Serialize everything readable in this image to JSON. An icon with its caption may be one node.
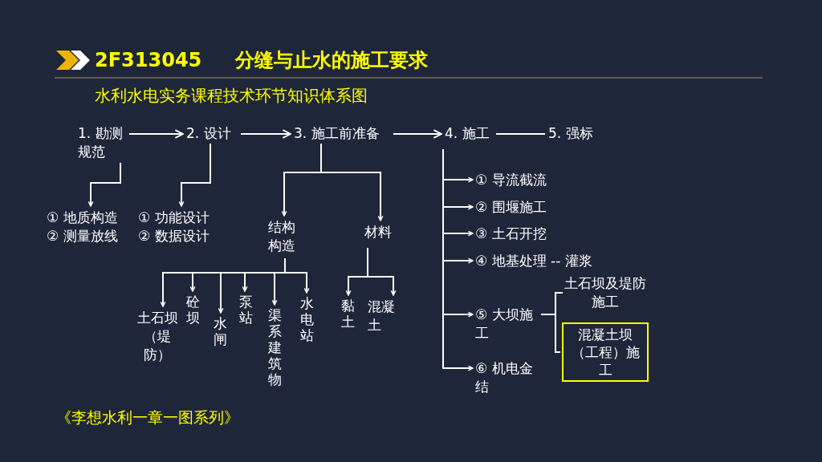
{
  "diagram": {
    "title": "2F313045     分缝与止水的施工要求",
    "nodes": [
      {
        "text": [
          "1. 勘测规范"
        ]
      },
      {
        "text": [
          "2. 设计"
        ]
      },
      {
        "text": [
          "3. 施工前准备"
        ]
      },
      {
        "text": [
          "4. 施工"
        ]
      },
      {
        "text": [
          "5. 强标"
        ]
      },
      {
        "text": [
          "① 地质构造",
          "② 测量放线"
        ]
      },
      {
        "text": [
          "① 功能设计",
          "② 数据设计"
        ]
      },
      {
        "text": [
          "结构构造"
        ]
      },
      {
        "text": [
          "材料"
        ]
      },
      {
        "text": [
          "土石坝（堤防）"
        ]
      },
      {
        "text": [
          "砼坝"
        ]
      },
      {
        "text": [
          "水闸"
        ]
      },
      {
        "text": [
          "泵站"
        ]
      },
      {
        "text": [
          "渠系建筑物"
        ]
      },
      {
        "text": [
          "水电站"
        ]
      },
      {
        "text": [
          "黏土"
        ]
      },
      {
        "text": [
          "混凝土"
        ]
      },
      {
        "text": [
          "① 导流截流"
        ]
      },
      {
        "text": [
          "② 围堰施工"
        ]
      },
      {
        "text": [
          "③ 土石开挖"
        ]
      },
      {
        "text": [
          "④ 地基处理 -- 灌浆"
        ]
      },
      {
        "text": [
          "⑤ 大坝施工"
        ]
      },
      {
        "text": [
          "土石坝及堤防施工"
        ]
      },
      {
        "text": [
          "混凝土坝（工程）施工"
        ]
      },
      {
        "text": [
          "⑥ 机电金结"
        ]
      }
    ],
    "edges": [
      {
        "from": 0,
        "to": 1,
        "arrow": "to"
      },
      {
        "from": 1,
        "to": 2,
        "arrow": "to"
      },
      {
        "from": 2,
        "to": 3,
        "arrow": "to"
      },
      {
        "from": 3,
        "to": 4,
        "arrow": "none"
      },
      {
        "from": 0,
        "to": 5,
        "arrow": "to"
      },
      {
        "from": 1,
        "to": 6,
        "arrow": "to"
      },
      {
        "from": 2,
        "to": 7,
        "arrow": "to"
      },
      {
        "from": 2,
        "to": 8,
        "arrow": "to"
      },
      {
        "from": 7,
        "to": 9,
        "arrow": "to"
      },
      {
        "from": 7,
        "to": 10,
        "arrow": "to"
      },
      {
        "from": 7,
        "to": 11,
        "arrow": "to"
      },
      {
        "from": 7,
        "to": 12,
        "arrow": "to"
      },
      {
        "from": 7,
        "to": 13,
        "arrow": "to"
      },
      {
        "from": 7,
        "to": 14,
        "arrow": "to"
      },
      {
        "from": 8,
        "to": 15,
        "arrow": "to"
      },
      {
        "from": 8,
        "to": 16,
        "arrow": "to"
      },
      {
        "from": 3,
        "to": 17,
        "arrow": "to"
      },
      {
        "from": 3,
        "to": 18,
        "arrow": "to"
      },
      {
        "from": 3,
        "to": 19,
        "arrow": "to"
      },
      {
        "from": 3,
        "to": 20,
        "arrow": "to"
      },
      {
        "from": 3,
        "to": 21,
        "arrow": "to"
      },
      {
        "from": 3,
        "to": 24,
        "arrow": "to"
      },
      {
        "from": 21,
        "to": 22,
        "arrow": "none"
      },
      {
        "from": 21,
        "to": 23,
        "arrow": "none"
      }
    ],
    "labels": [
      "水利水电实务课程技术环节知识体系图",
      "《李想水利一章一图系列》"
    ]
  }
}
